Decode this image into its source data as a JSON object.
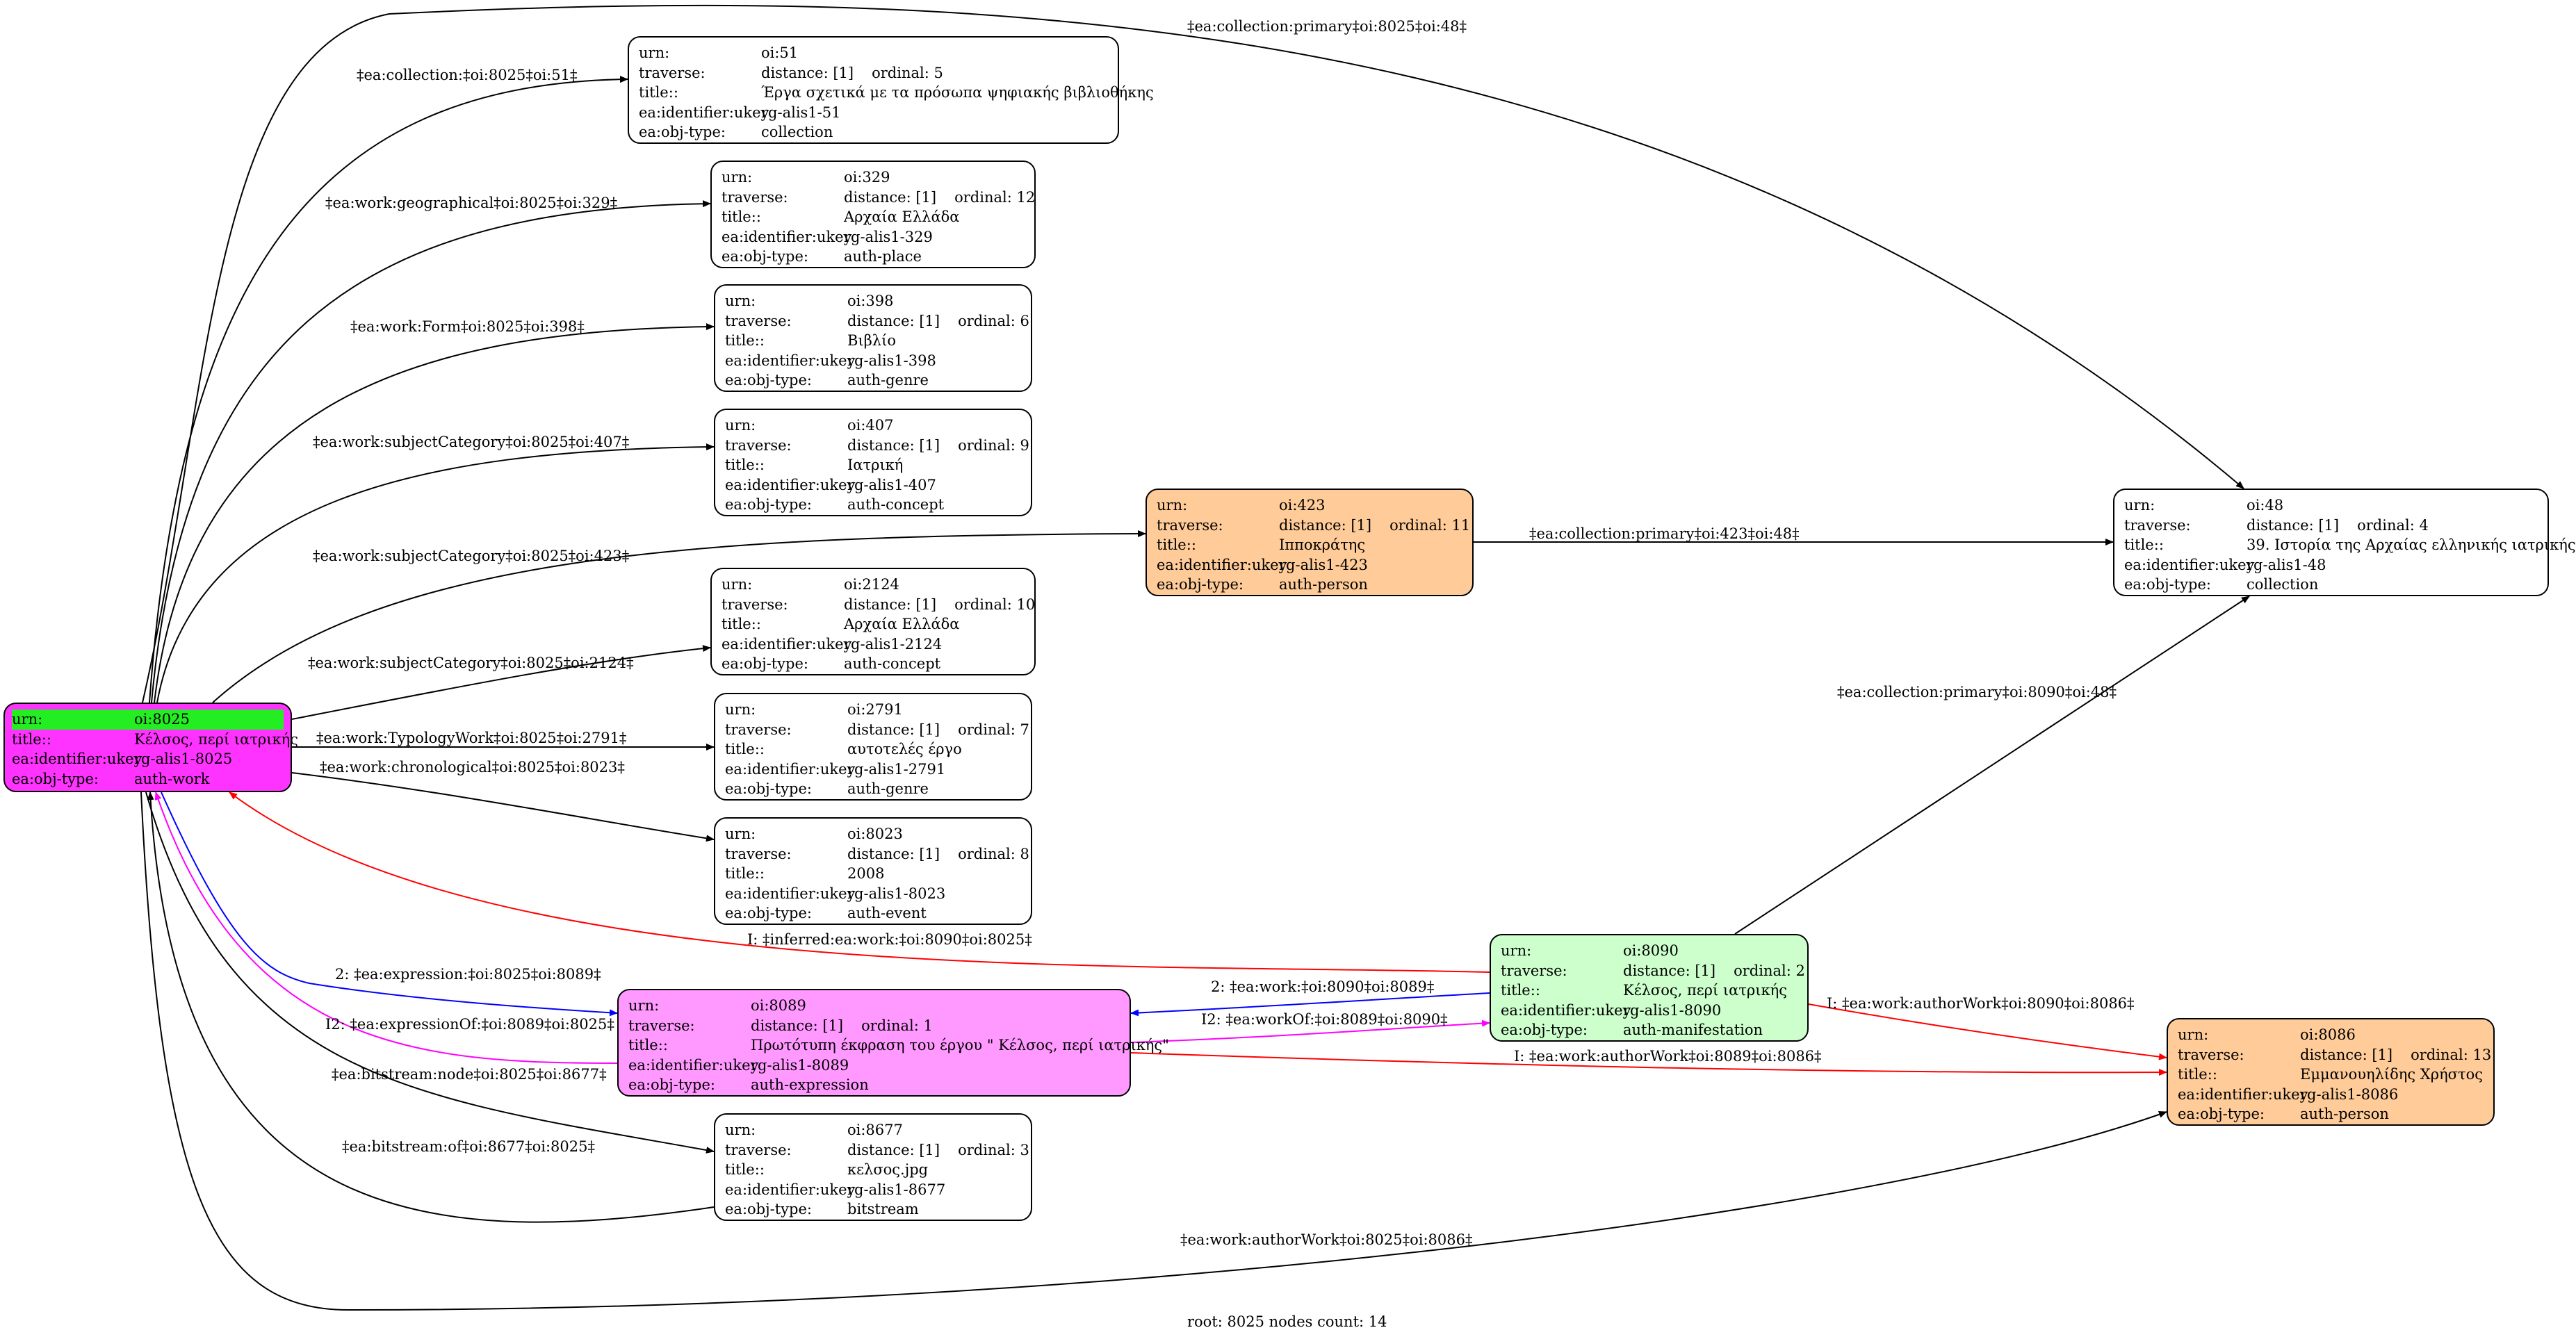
{
  "colors": {
    "root_fill": "#ff33ff",
    "root_first_row": "#22ee22",
    "expression_fill": "#ff99ff",
    "manifestation_fill": "#ccffcc",
    "person_fill": "#ffcc99",
    "default_fill": "#ffffff",
    "edge_black": "#000000",
    "edge_red": "#ff0000",
    "edge_blue": "#0000ff",
    "edge_magenta": "#ff00ff"
  },
  "keys": {
    "urn": "urn:",
    "traverse": "traverse:",
    "title": "title::",
    "ukey": "ea:identifier:ukey",
    "objtype": "ea:obj-type:"
  },
  "nodes": {
    "n8025": {
      "urn": "oi:8025",
      "title": "Κέλσος, περί ιατρικής",
      "ukey": "rg-alis1-8025",
      "objtype": "auth-work"
    },
    "n51": {
      "urn": "oi:51",
      "distance": "distance: [1]",
      "ordinal": "ordinal: 5",
      "title": "Έργα σχετικά με τα πρόσωπα ψηφιακής βιβλιοθήκης",
      "ukey": "rg-alis1-51",
      "objtype": "collection"
    },
    "n329": {
      "urn": "oi:329",
      "distance": "distance: [1]",
      "ordinal": "ordinal: 12",
      "title": "Αρχαία Ελλάδα",
      "ukey": "rg-alis1-329",
      "objtype": "auth-place"
    },
    "n398": {
      "urn": "oi:398",
      "distance": "distance: [1]",
      "ordinal": "ordinal: 6",
      "title": "Βιβλίο",
      "ukey": "rg-alis1-398",
      "objtype": "auth-genre"
    },
    "n407": {
      "urn": "oi:407",
      "distance": "distance: [1]",
      "ordinal": "ordinal: 9",
      "title": "Ιατρική",
      "ukey": "rg-alis1-407",
      "objtype": "auth-concept"
    },
    "n423": {
      "urn": "oi:423",
      "distance": "distance: [1]",
      "ordinal": "ordinal: 11",
      "title": "Ιπποκράτης",
      "ukey": "rg-alis1-423",
      "objtype": "auth-person"
    },
    "n48": {
      "urn": "oi:48",
      "distance": "distance: [1]",
      "ordinal": "ordinal: 4",
      "title": "39. Ιστορία της Αρχαίας ελληνικής ιατρικής",
      "ukey": "rg-alis1-48",
      "objtype": "collection"
    },
    "n2124": {
      "urn": "oi:2124",
      "distance": "distance: [1]",
      "ordinal": "ordinal: 10",
      "title": "Αρχαία Ελλάδα",
      "ukey": "rg-alis1-2124",
      "objtype": "auth-concept"
    },
    "n2791": {
      "urn": "oi:2791",
      "distance": "distance: [1]",
      "ordinal": "ordinal: 7",
      "title": "αυτοτελές έργο",
      "ukey": "rg-alis1-2791",
      "objtype": "auth-genre"
    },
    "n8023": {
      "urn": "oi:8023",
      "distance": "distance: [1]",
      "ordinal": "ordinal: 8",
      "title": "2008",
      "ukey": "rg-alis1-8023",
      "objtype": "auth-event"
    },
    "n8090": {
      "urn": "oi:8090",
      "distance": "distance: [1]",
      "ordinal": "ordinal: 2",
      "title": "Κέλσος, περί ιατρικής",
      "ukey": "rg-alis1-8090",
      "objtype": "auth-manifestation"
    },
    "n8089": {
      "urn": "oi:8089",
      "distance": "distance: [1]",
      "ordinal": "ordinal: 1",
      "title": "Πρωτότυπη έκφραση του έργου \" Κέλσος, περί ιατρικής\"",
      "ukey": "rg-alis1-8089",
      "objtype": "auth-expression"
    },
    "n8086": {
      "urn": "oi:8086",
      "distance": "distance: [1]",
      "ordinal": "ordinal: 13",
      "title": "Εμμανουηλίδης Χρήστος",
      "ukey": "rg-alis1-8086",
      "objtype": "auth-person"
    },
    "n8677": {
      "urn": "oi:8677",
      "distance": "distance: [1]",
      "ordinal": "ordinal: 3",
      "title": "κελσος.jpg",
      "ukey": "rg-alis1-8677",
      "objtype": "bitstream"
    }
  },
  "edges": {
    "e48top": "‡ea:collection:primary‡oi:8025‡oi:48‡",
    "e51": "‡ea:collection:‡oi:8025‡oi:51‡",
    "e329": "‡ea:work:geographical‡oi:8025‡oi:329‡",
    "e398": "‡ea:work:Form‡oi:8025‡oi:398‡",
    "e407": "‡ea:work:subjectCategory‡oi:8025‡oi:407‡",
    "e423": "‡ea:work:subjectCategory‡oi:8025‡oi:423‡",
    "e423to48": "‡ea:collection:primary‡oi:423‡oi:48‡",
    "e2124": "‡ea:work:subjectCategory‡oi:8025‡oi:2124‡",
    "e2791": "‡ea:work:TypologyWork‡oi:8025‡oi:2791‡",
    "e8023": "‡ea:work:chronological‡oi:8025‡oi:8023‡",
    "e8090to48": "‡ea:collection:primary‡oi:8090‡oi:48‡",
    "einferred": "I: ‡inferred:ea:work:‡oi:8090‡oi:8025‡",
    "eexpression": "2: ‡ea:expression:‡oi:8025‡oi:8089‡",
    "ework": "2: ‡ea:work:‡oi:8090‡oi:8089‡",
    "eauthor8090": "I: ‡ea:work:authorWork‡oi:8090‡oi:8086‡",
    "eexpressionOf": "I2: ‡ea:expressionOf:‡oi:8089‡oi:8025‡",
    "eworkOf": "I2: ‡ea:workOf:‡oi:8089‡oi:8090‡",
    "eauthor8089": "I: ‡ea:work:authorWork‡oi:8089‡oi:8086‡",
    "enode": "‡ea:bitstream:node‡oi:8025‡oi:8677‡",
    "eof": "‡ea:bitstream:of‡oi:8677‡oi:8025‡",
    "eauthor8025": "‡ea:work:authorWork‡oi:8025‡oi:8086‡"
  },
  "footer": "root: 8025 nodes count: 14"
}
